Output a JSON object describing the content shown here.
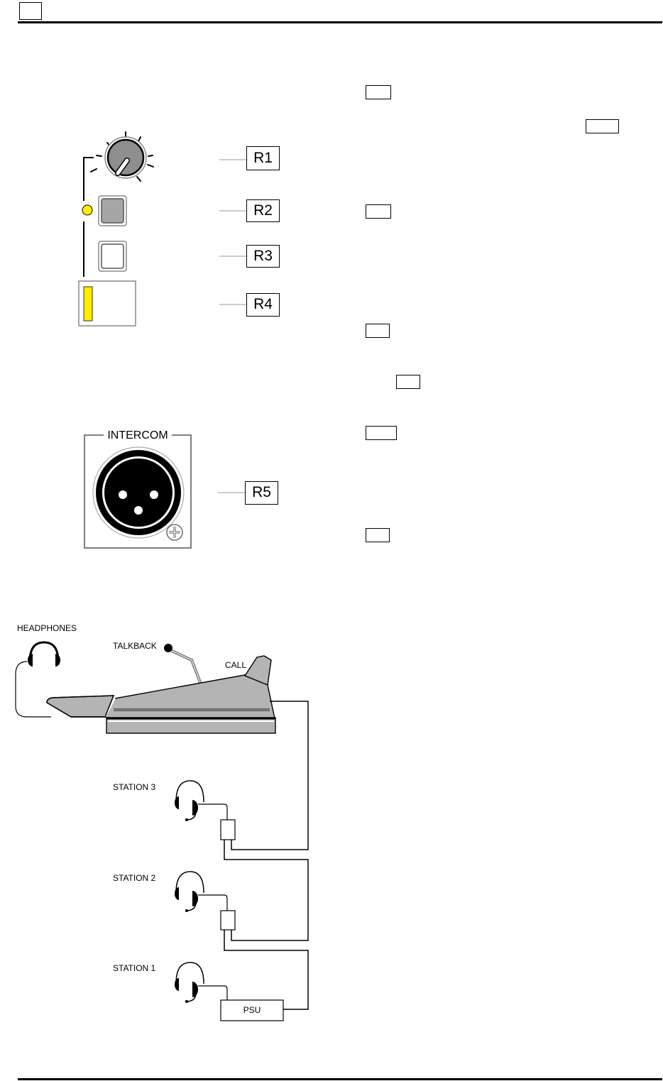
{
  "header": {
    "page_box_label": ""
  },
  "refs": {
    "r1": "R1",
    "r2": "R2",
    "r3": "R3",
    "r4": "R4",
    "r5": "R5"
  },
  "connector": {
    "label": "INTERCOM"
  },
  "wiring": {
    "headphones": "HEADPHONES",
    "talkback": "TALKBACK",
    "call": "CALL",
    "station3": "STATION 3",
    "station2": "STATION 2",
    "station1": "STATION 1",
    "psu": "PSU"
  },
  "colors": {
    "led_yellow": "#ffee00",
    "meter_yellow": "#ffee00",
    "knob_gray": "#8e8e8e",
    "button_gray": "#a6a6a6",
    "console_gray": "#b4b4b4",
    "leader_gray": "#999999"
  }
}
